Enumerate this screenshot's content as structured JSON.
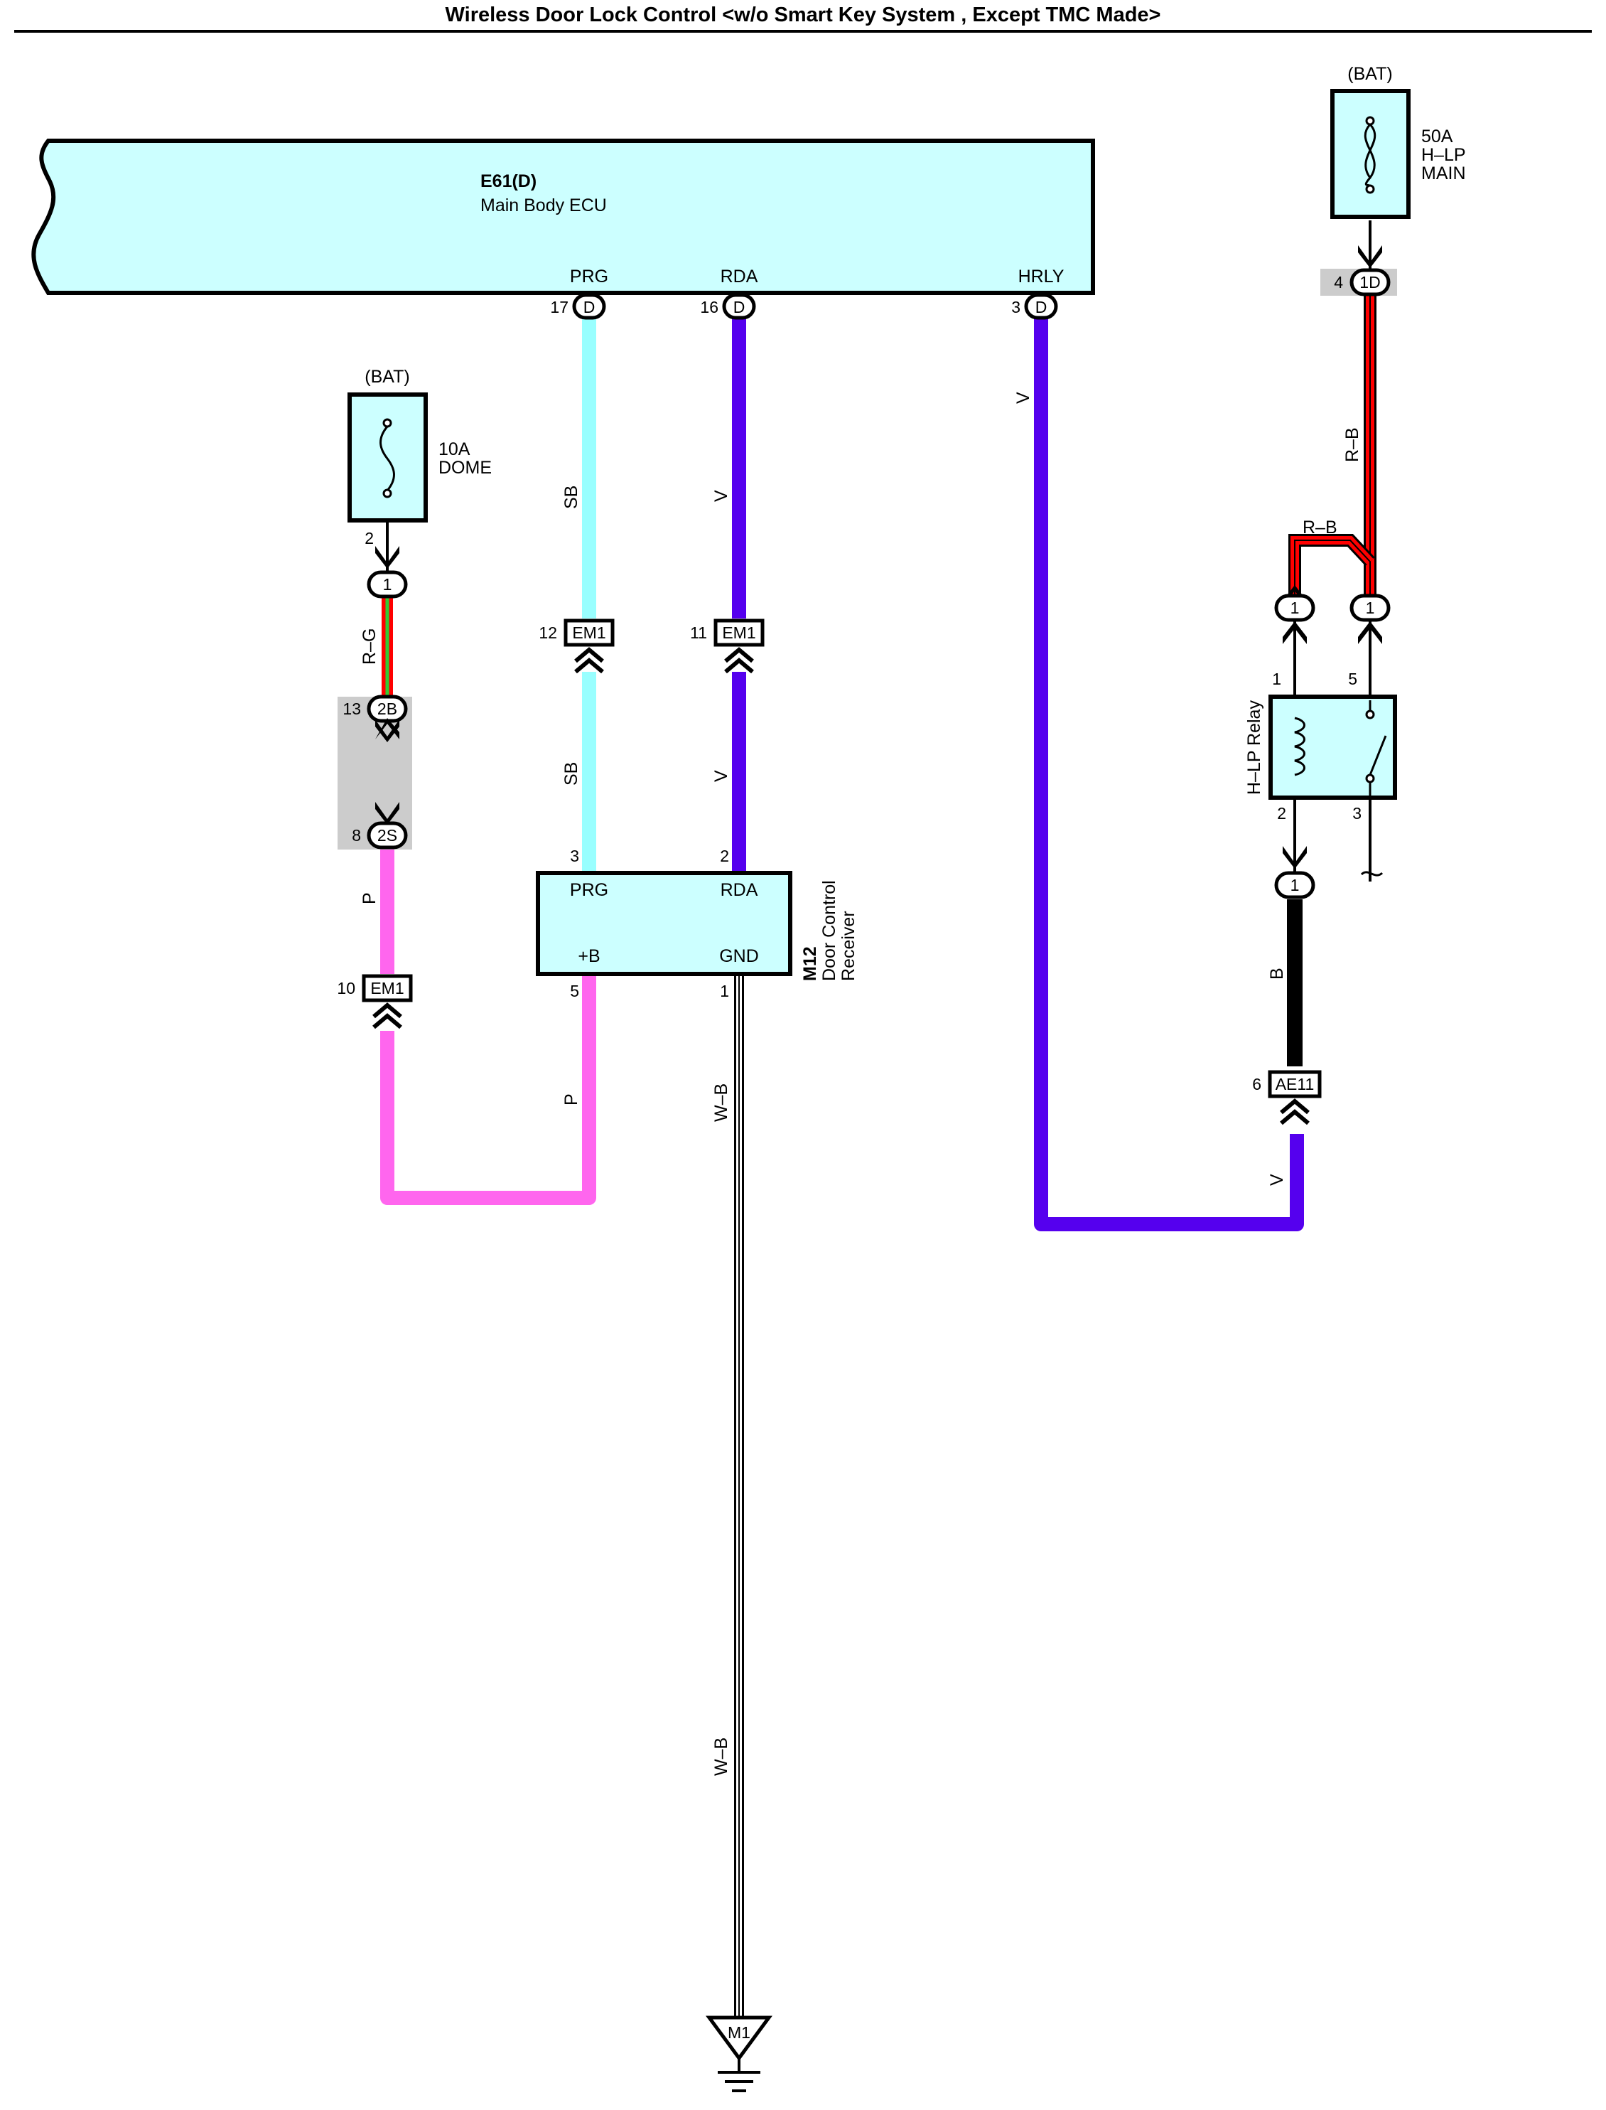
{
  "title": "Wireless Door Lock Control <w/o Smart Key System , Except TMC Made>",
  "colors": {
    "component_fill": "#ccffff",
    "wire_V": "#5500ee",
    "wire_SB": "#99ffff",
    "wire_P": "#ff66ee",
    "wire_RB_red": "#ff0000",
    "wire_RG_red": "#ff0000",
    "wire_RG_green": "#33cc33",
    "wire_B": "#000000",
    "wire_WB": "#ffffff",
    "splice_shade": "#cccccc"
  },
  "ecu": {
    "code": "E61(D)",
    "name": "Main Body ECU",
    "pins": [
      {
        "name": "PRG",
        "num": "17",
        "conn": "D"
      },
      {
        "name": "RDA",
        "num": "16",
        "conn": "D"
      },
      {
        "name": "HRLY",
        "num": "3",
        "conn": "D"
      }
    ]
  },
  "fuse_dome": {
    "source": "(BAT)",
    "rating": "10A",
    "name": "DOME",
    "out_pin": "2",
    "conn": "1"
  },
  "fuse_main": {
    "source": "(BAT)",
    "rating": "50A",
    "name_line1": "H–LP",
    "name_line2": "MAIN",
    "conn_pin": "4",
    "conn": "1D"
  },
  "splice": {
    "top_pin": "13",
    "top_conn": "2B",
    "bottom_pin": "8",
    "bottom_conn": "2S"
  },
  "junctions": {
    "em1_prg": {
      "pin": "12",
      "code": "EM1"
    },
    "em1_rda": {
      "pin": "11",
      "code": "EM1"
    },
    "em1_p": {
      "pin": "10",
      "code": "EM1"
    },
    "ae11": {
      "pin": "6",
      "code": "AE11"
    }
  },
  "receiver": {
    "code": "M12",
    "name_line1": "Door Control",
    "name_line2": "Receiver",
    "terminals": [
      {
        "name": "PRG",
        "pin": "3"
      },
      {
        "name": "RDA",
        "pin": "2"
      },
      {
        "name": "+B",
        "pin": "5"
      },
      {
        "name": "GND",
        "pin": "1"
      }
    ]
  },
  "relay": {
    "name": "H–LP Relay",
    "pins": [
      "1",
      "5",
      "2",
      "3"
    ],
    "conn": "1"
  },
  "ground": {
    "code": "M1"
  },
  "wires": {
    "sb": "SB",
    "v": "V",
    "p": "P",
    "rg": "R–G",
    "rb": "R–B",
    "b": "B",
    "wb": "W–B"
  }
}
